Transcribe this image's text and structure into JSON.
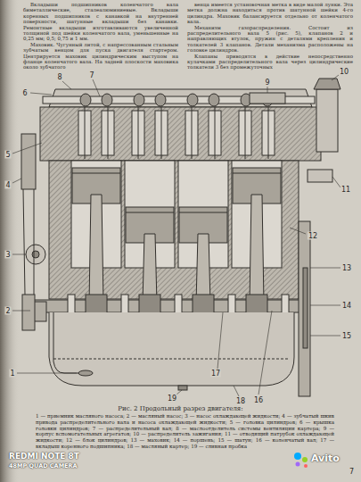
{
  "diagram": {
    "caption": "Рис. 2 Продольный разрез двигателя:",
    "labels": [
      "Вкладыши подшипников коленчатого вала биметаллические, сталеалюминиевые. Вкладыши коренных подшипников с канавкой на внутренней поверхности, шатунные вкладыши без канавки. Ремонтные вкладыши изготавливаются увеличенной толщиной под шейки коленчатого вала, уменьшенные на 0,25 мм; 0,5; 0,75 и 1 мм.",
      "Маховик. Чугунный литой, с напрессованным стальным зубчатым венцом для пуска двигателя стартером. Центрируется маховик цилиндрическим выступом на фланце коленчатого вала. На задней плоскости маховика около зубчатого",
      "венца имеется установочная метка в виде малой лунки. Эта метка должна находиться против шатунной шейки 4-го цилиндра. Маховик балансируется отдельно от коленчатого вала.",
      "Механизм газораспределения. Состоит из распределительного вала 5 (рис. 5), клапанов 2 и направляющих втулок, пружин с деталями крепления и толкателей 3 клапанов. Детали механизма расположены на головке цилиндров.",
      "Клапаны приводятся в действие непосредственно кулачками распределительного вала через цилиндрические толкатели 3 без промежуточных",
      "1",
      "2",
      "3",
      "4",
      "5",
      "6",
      "7",
      "8",
      "9",
      "10",
      "11",
      "12",
      "13",
      "14",
      "15",
      "16",
      "17",
      "18",
      "19",
      "1 — приемник масляного насоса; 2 — масляный насос; 3 — насос охлаждающей жидкости; 4 — зубчатый шкив привода распределительного вала и насоса охлаждающей жидкости; 5 — головка цилиндров; 6 — крышка головки цилиндров; 7 — распределительный вал; 8 — маслоотделитель системы вентиляции картера; 9 — корпус вспомогательных агрегатов; 10 — распределитель зажигания; 11 — отводящий патрубок охлаждающей жидкости; 12 — блок цилиндров; 13 — маховик; 14 — поршень; 15 — шатун; 16 — коленчатый вал; 17 — вкладыш коренного подшипника; 18 — масляный картер; 19 — сливная пробка",
      "7",
      "REDMI NOTE 8T",
      "48MP QUAD CAMERA",
      "Avito"
    ]
  }
}
